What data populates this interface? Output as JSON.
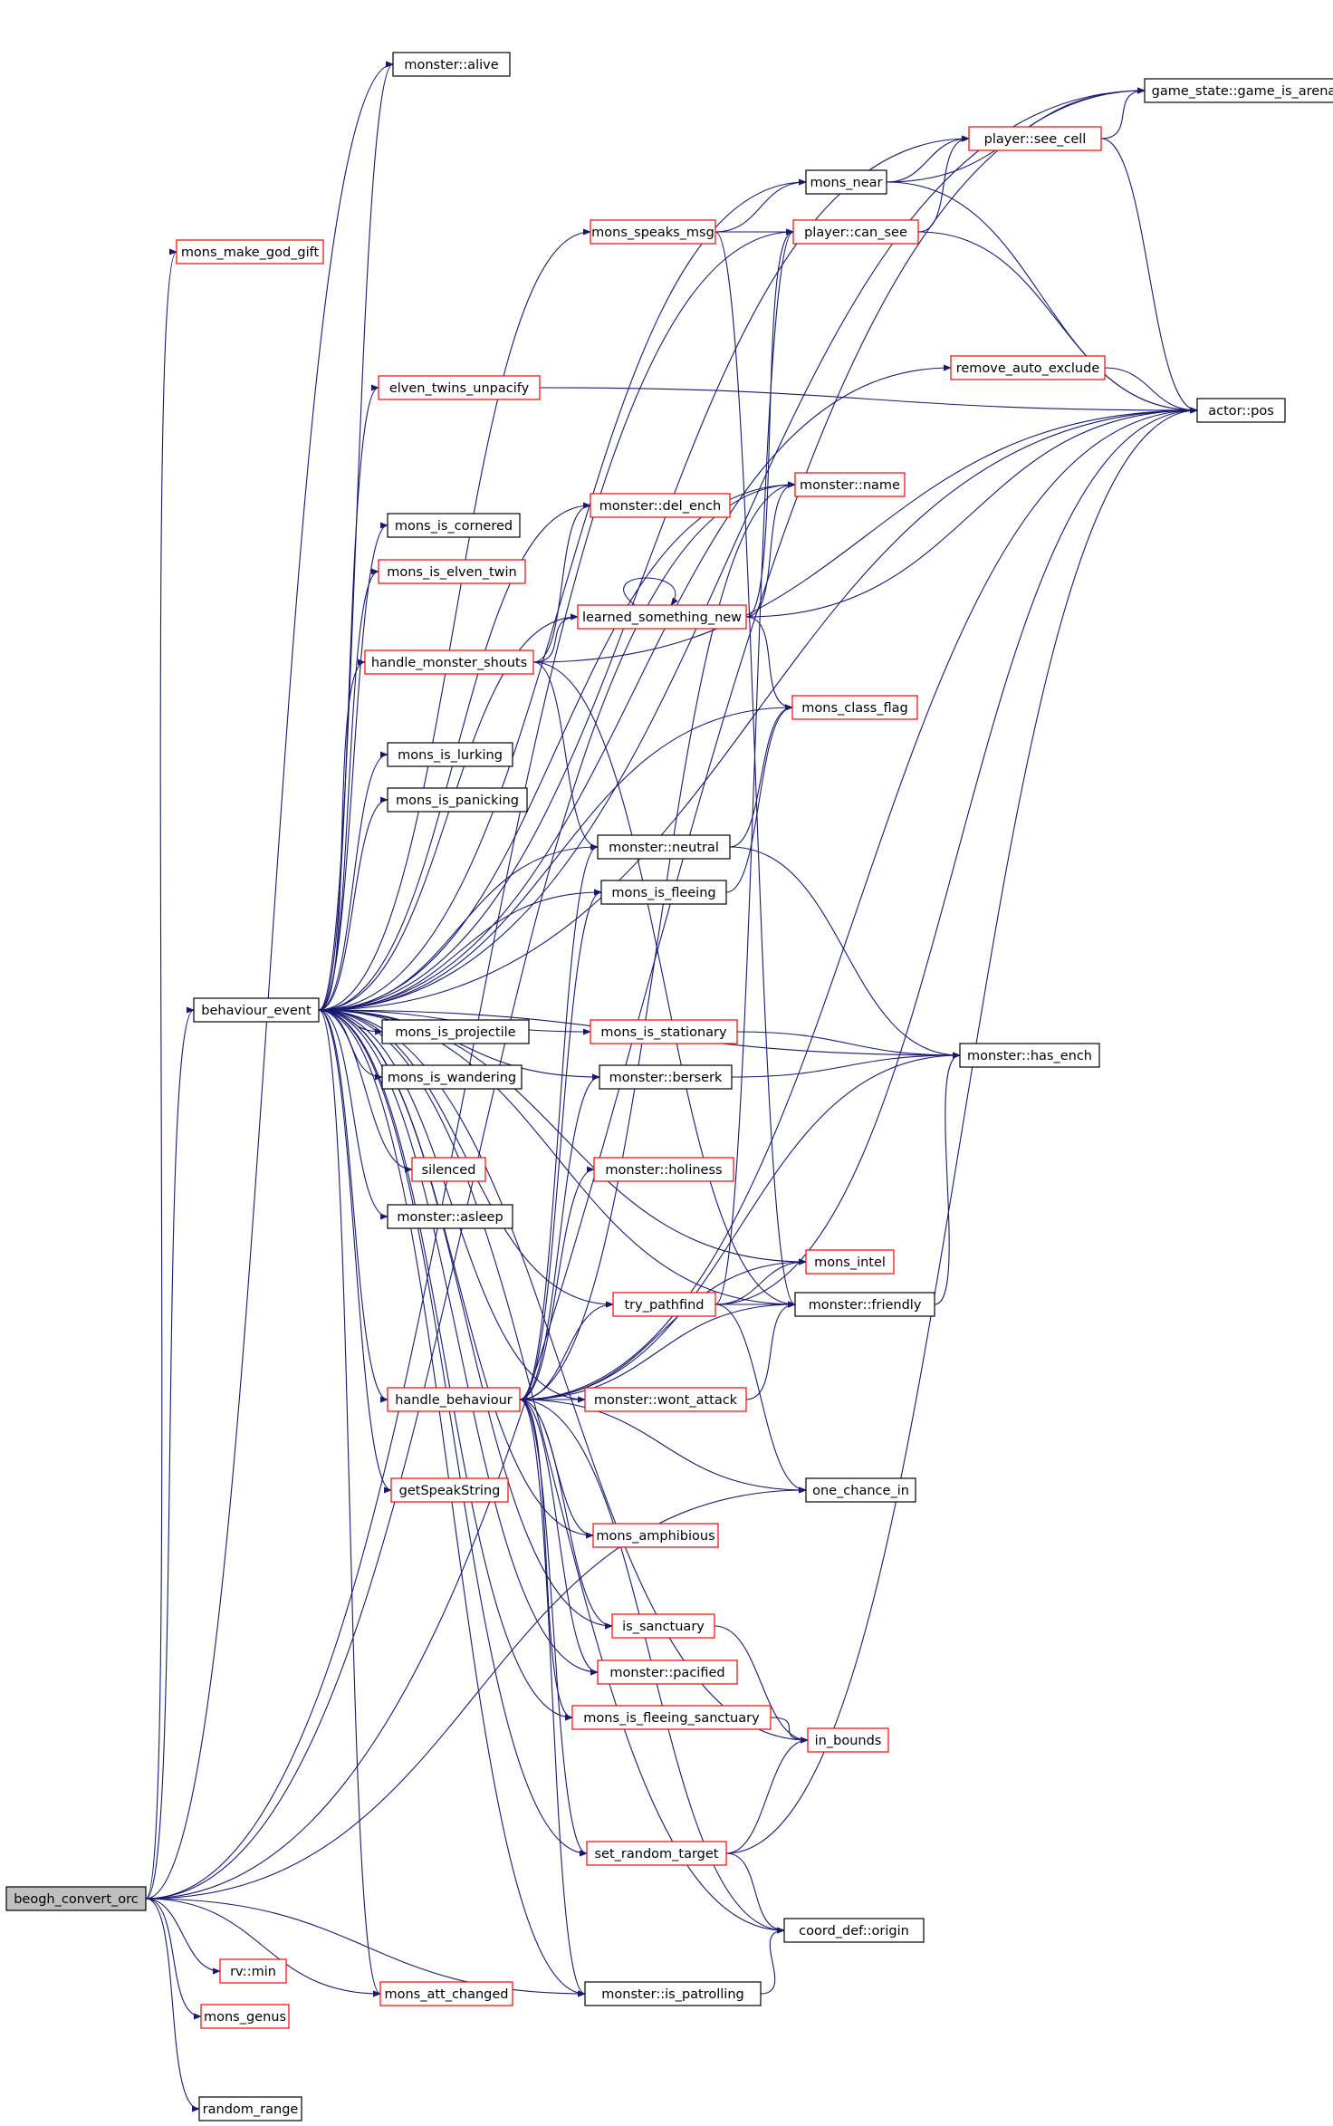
{
  "colors": {
    "edge": "#191970",
    "border_normal": "#000000",
    "border_highlight": "#ff0000",
    "root_fill": "#bfbfbf"
  },
  "nodes": [
    {
      "id": "beogh_convert_orc",
      "label": "beogh_convert_orc",
      "border": "black",
      "root": true
    },
    {
      "id": "monster_alive",
      "label": "monster::alive",
      "border": "black"
    },
    {
      "id": "game_state_game_is_arena",
      "label": "game_state::game_is_arena",
      "border": "black"
    },
    {
      "id": "player_see_cell",
      "label": "player::see_cell",
      "border": "red"
    },
    {
      "id": "mons_near",
      "label": "mons_near",
      "border": "black"
    },
    {
      "id": "mons_make_god_gift",
      "label": "mons_make_god_gift",
      "border": "red"
    },
    {
      "id": "mons_speaks_msg",
      "label": "mons_speaks_msg",
      "border": "red"
    },
    {
      "id": "player_can_see",
      "label": "player::can_see",
      "border": "red"
    },
    {
      "id": "remove_auto_exclude",
      "label": "remove_auto_exclude",
      "border": "red"
    },
    {
      "id": "elven_twins_unpacify",
      "label": "elven_twins_unpacify",
      "border": "red"
    },
    {
      "id": "actor_pos",
      "label": "actor::pos",
      "border": "black"
    },
    {
      "id": "monster_name",
      "label": "monster::name",
      "border": "red"
    },
    {
      "id": "monster_del_ench",
      "label": "monster::del_ench",
      "border": "red"
    },
    {
      "id": "mons_is_cornered",
      "label": "mons_is_cornered",
      "border": "black"
    },
    {
      "id": "mons_is_elven_twin",
      "label": "mons_is_elven_twin",
      "border": "red"
    },
    {
      "id": "learned_something_new",
      "label": "learned_something_new",
      "border": "red"
    },
    {
      "id": "handle_monster_shouts",
      "label": "handle_monster_shouts",
      "border": "red"
    },
    {
      "id": "mons_class_flag",
      "label": "mons_class_flag",
      "border": "red"
    },
    {
      "id": "mons_is_lurking",
      "label": "mons_is_lurking",
      "border": "black"
    },
    {
      "id": "mons_is_panicking",
      "label": "mons_is_panicking",
      "border": "black"
    },
    {
      "id": "monster_neutral",
      "label": "monster::neutral",
      "border": "black"
    },
    {
      "id": "mons_is_fleeing",
      "label": "mons_is_fleeing",
      "border": "black"
    },
    {
      "id": "behaviour_event",
      "label": "behaviour_event",
      "border": "black"
    },
    {
      "id": "mons_is_projectile",
      "label": "mons_is_projectile",
      "border": "black"
    },
    {
      "id": "mons_is_stationary",
      "label": "mons_is_stationary",
      "border": "red"
    },
    {
      "id": "monster_has_ench",
      "label": "monster::has_ench",
      "border": "black"
    },
    {
      "id": "mons_is_wandering",
      "label": "mons_is_wandering",
      "border": "black"
    },
    {
      "id": "monster_berserk",
      "label": "monster::berserk",
      "border": "black"
    },
    {
      "id": "silenced",
      "label": "silenced",
      "border": "red"
    },
    {
      "id": "monster_holiness",
      "label": "monster::holiness",
      "border": "red"
    },
    {
      "id": "monster_asleep",
      "label": "monster::asleep",
      "border": "black"
    },
    {
      "id": "mons_intel",
      "label": "mons_intel",
      "border": "red"
    },
    {
      "id": "try_pathfind",
      "label": "try_pathfind",
      "border": "red"
    },
    {
      "id": "monster_friendly",
      "label": "monster::friendly",
      "border": "black"
    },
    {
      "id": "handle_behaviour",
      "label": "handle_behaviour",
      "border": "red"
    },
    {
      "id": "monster_wont_attack",
      "label": "monster::wont_attack",
      "border": "red"
    },
    {
      "id": "getSpeakString",
      "label": "getSpeakString",
      "border": "red"
    },
    {
      "id": "one_chance_in",
      "label": "one_chance_in",
      "border": "black"
    },
    {
      "id": "mons_amphibious",
      "label": "mons_amphibious",
      "border": "red"
    },
    {
      "id": "is_sanctuary",
      "label": "is_sanctuary",
      "border": "red"
    },
    {
      "id": "monster_pacified",
      "label": "monster::pacified",
      "border": "red"
    },
    {
      "id": "mons_is_fleeing_sanctuary",
      "label": "mons_is_fleeing_sanctuary",
      "border": "red"
    },
    {
      "id": "in_bounds",
      "label": "in_bounds",
      "border": "red"
    },
    {
      "id": "set_random_target",
      "label": "set_random_target",
      "border": "red"
    },
    {
      "id": "coord_def_origin",
      "label": "coord_def::origin",
      "border": "black"
    },
    {
      "id": "rv_min",
      "label": "rv::min",
      "border": "red"
    },
    {
      "id": "mons_att_changed",
      "label": "mons_att_changed",
      "border": "red"
    },
    {
      "id": "monster_is_patrolling",
      "label": "monster::is_patrolling",
      "border": "black"
    },
    {
      "id": "mons_genus",
      "label": "mons_genus",
      "border": "red"
    },
    {
      "id": "random_range",
      "label": "random_range",
      "border": "black"
    }
  ],
  "edges": [
    [
      "beogh_convert_orc",
      "monster_alive"
    ],
    [
      "beogh_convert_orc",
      "mons_make_god_gift"
    ],
    [
      "beogh_convert_orc",
      "behaviour_event"
    ],
    [
      "beogh_convert_orc",
      "one_chance_in"
    ],
    [
      "beogh_convert_orc",
      "rv_min"
    ],
    [
      "beogh_convert_orc",
      "mons_att_changed"
    ],
    [
      "beogh_convert_orc",
      "mons_genus"
    ],
    [
      "beogh_convert_orc",
      "random_range"
    ],
    [
      "beogh_convert_orc",
      "monster_is_patrolling"
    ],
    [
      "beogh_convert_orc",
      "game_state_game_is_arena"
    ],
    [
      "beogh_convert_orc",
      "monster_name"
    ],
    [
      "beogh_convert_orc",
      "player_can_see"
    ],
    [
      "behaviour_event",
      "monster_alive"
    ],
    [
      "behaviour_event",
      "game_state_game_is_arena"
    ],
    [
      "behaviour_event",
      "player_see_cell"
    ],
    [
      "behaviour_event",
      "mons_near"
    ],
    [
      "behaviour_event",
      "mons_speaks_msg"
    ],
    [
      "behaviour_event",
      "remove_auto_exclude"
    ],
    [
      "behaviour_event",
      "elven_twins_unpacify"
    ],
    [
      "behaviour_event",
      "actor_pos"
    ],
    [
      "behaviour_event",
      "monster_name"
    ],
    [
      "behaviour_event",
      "monster_del_ench"
    ],
    [
      "behaviour_event",
      "mons_is_cornered"
    ],
    [
      "behaviour_event",
      "mons_is_elven_twin"
    ],
    [
      "behaviour_event",
      "learned_something_new"
    ],
    [
      "behaviour_event",
      "handle_monster_shouts"
    ],
    [
      "behaviour_event",
      "mons_class_flag"
    ],
    [
      "behaviour_event",
      "mons_is_lurking"
    ],
    [
      "behaviour_event",
      "mons_is_panicking"
    ],
    [
      "behaviour_event",
      "monster_neutral"
    ],
    [
      "behaviour_event",
      "mons_is_fleeing"
    ],
    [
      "behaviour_event",
      "mons_is_projectile"
    ],
    [
      "behaviour_event",
      "mons_is_stationary"
    ],
    [
      "behaviour_event",
      "monster_has_ench"
    ],
    [
      "behaviour_event",
      "mons_is_wandering"
    ],
    [
      "behaviour_event",
      "monster_berserk"
    ],
    [
      "behaviour_event",
      "silenced"
    ],
    [
      "behaviour_event",
      "monster_asleep"
    ],
    [
      "behaviour_event",
      "mons_intel"
    ],
    [
      "behaviour_event",
      "try_pathfind"
    ],
    [
      "behaviour_event",
      "monster_friendly"
    ],
    [
      "behaviour_event",
      "handle_behaviour"
    ],
    [
      "behaviour_event",
      "monster_wont_attack"
    ],
    [
      "behaviour_event",
      "getSpeakString"
    ],
    [
      "behaviour_event",
      "mons_amphibious"
    ],
    [
      "behaviour_event",
      "is_sanctuary"
    ],
    [
      "behaviour_event",
      "monster_pacified"
    ],
    [
      "behaviour_event",
      "mons_is_fleeing_sanctuary"
    ],
    [
      "behaviour_event",
      "in_bounds"
    ],
    [
      "behaviour_event",
      "set_random_target"
    ],
    [
      "behaviour_event",
      "coord_def_origin"
    ],
    [
      "behaviour_event",
      "mons_att_changed"
    ],
    [
      "behaviour_event",
      "monster_is_patrolling"
    ],
    [
      "mons_speaks_msg",
      "mons_near"
    ],
    [
      "mons_speaks_msg",
      "player_can_see"
    ],
    [
      "mons_speaks_msg",
      "monster_friendly"
    ],
    [
      "mons_near",
      "game_state_game_is_arena"
    ],
    [
      "mons_near",
      "player_see_cell"
    ],
    [
      "mons_near",
      "actor_pos"
    ],
    [
      "player_see_cell",
      "game_state_game_is_arena"
    ],
    [
      "player_see_cell",
      "actor_pos"
    ],
    [
      "player_can_see",
      "player_see_cell"
    ],
    [
      "player_can_see",
      "actor_pos"
    ],
    [
      "remove_auto_exclude",
      "actor_pos"
    ],
    [
      "elven_twins_unpacify",
      "actor_pos"
    ],
    [
      "learned_something_new",
      "learned_something_new"
    ],
    [
      "learned_something_new",
      "player_can_see"
    ],
    [
      "learned_something_new",
      "monster_name"
    ],
    [
      "learned_something_new",
      "actor_pos"
    ],
    [
      "learned_something_new",
      "mons_class_flag"
    ],
    [
      "handle_monster_shouts",
      "monster_del_ench"
    ],
    [
      "handle_monster_shouts",
      "learned_something_new"
    ],
    [
      "handle_monster_shouts",
      "actor_pos"
    ],
    [
      "handle_monster_shouts",
      "monster_neutral"
    ],
    [
      "handle_monster_shouts",
      "monster_friendly"
    ],
    [
      "monster_neutral",
      "mons_class_flag"
    ],
    [
      "monster_neutral",
      "monster_has_ench"
    ],
    [
      "mons_is_fleeing",
      "mons_class_flag"
    ],
    [
      "mons_is_stationary",
      "monster_has_ench"
    ],
    [
      "monster_berserk",
      "monster_has_ench"
    ],
    [
      "try_pathfind",
      "player_can_see"
    ],
    [
      "try_pathfind",
      "mons_intel"
    ],
    [
      "try_pathfind",
      "monster_friendly"
    ],
    [
      "try_pathfind",
      "actor_pos"
    ],
    [
      "try_pathfind",
      "one_chance_in"
    ],
    [
      "monster_friendly",
      "monster_has_ench"
    ],
    [
      "monster_wont_attack",
      "monster_friendly"
    ],
    [
      "handle_behaviour",
      "monster_name"
    ],
    [
      "handle_behaviour",
      "mons_is_fleeing"
    ],
    [
      "handle_behaviour",
      "monster_has_ench"
    ],
    [
      "handle_behaviour",
      "monster_berserk"
    ],
    [
      "handle_behaviour",
      "monster_holiness"
    ],
    [
      "handle_behaviour",
      "mons_intel"
    ],
    [
      "handle_behaviour",
      "try_pathfind"
    ],
    [
      "handle_behaviour",
      "monster_friendly"
    ],
    [
      "handle_behaviour",
      "monster_wont_attack"
    ],
    [
      "handle_behaviour",
      "actor_pos"
    ],
    [
      "handle_behaviour",
      "one_chance_in"
    ],
    [
      "handle_behaviour",
      "mons_amphibious"
    ],
    [
      "handle_behaviour",
      "is_sanctuary"
    ],
    [
      "handle_behaviour",
      "monster_pacified"
    ],
    [
      "handle_behaviour",
      "mons_is_fleeing_sanctuary"
    ],
    [
      "handle_behaviour",
      "set_random_target"
    ],
    [
      "handle_behaviour",
      "coord_def_origin"
    ],
    [
      "handle_behaviour",
      "monster_is_patrolling"
    ],
    [
      "handle_behaviour",
      "monster_neutral"
    ],
    [
      "is_sanctuary",
      "in_bounds"
    ],
    [
      "mons_is_fleeing_sanctuary",
      "in_bounds"
    ],
    [
      "set_random_target",
      "in_bounds"
    ],
    [
      "set_random_target",
      "coord_def_origin"
    ],
    [
      "set_random_target",
      "actor_pos"
    ],
    [
      "monster_is_patrolling",
      "coord_def_origin"
    ]
  ]
}
